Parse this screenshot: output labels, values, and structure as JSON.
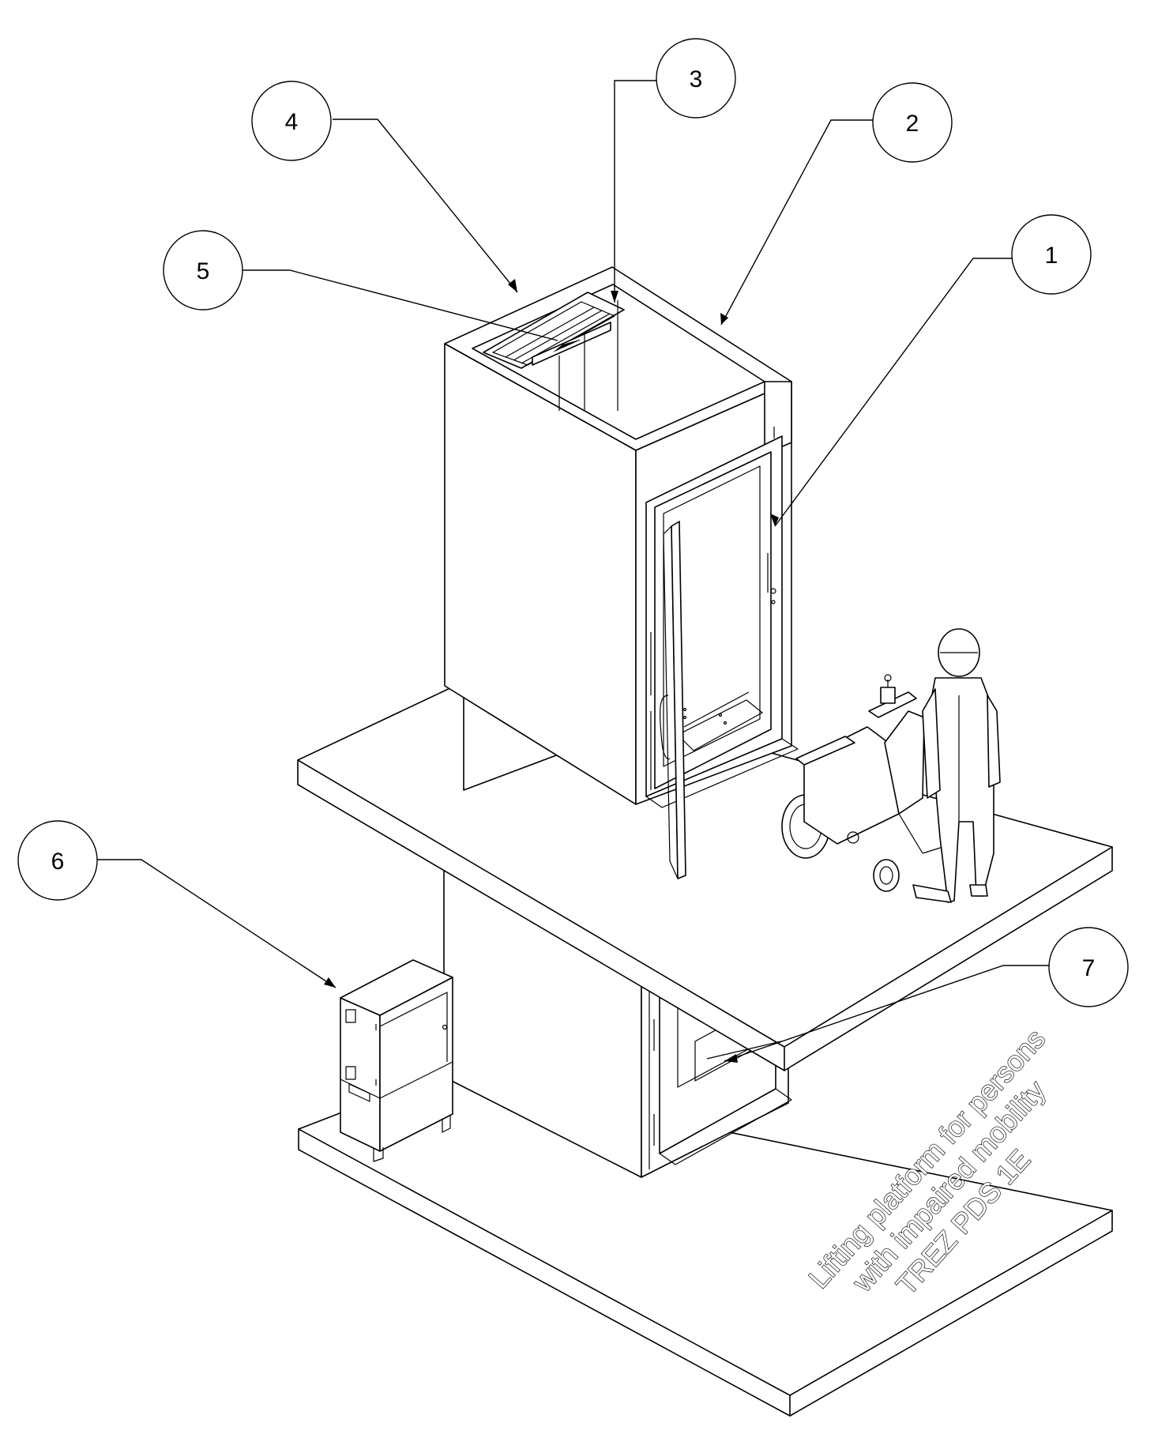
{
  "callouts": [
    {
      "id": "1",
      "label": "1"
    },
    {
      "id": "2",
      "label": "2"
    },
    {
      "id": "3",
      "label": "3"
    },
    {
      "id": "4",
      "label": "4"
    },
    {
      "id": "5",
      "label": "5"
    },
    {
      "id": "6",
      "label": "6"
    },
    {
      "id": "7",
      "label": "7"
    }
  ],
  "caption": {
    "line1": "Lifting platform for persons",
    "line2": "with impaired mobility",
    "line3": "TREZ PDS 1E"
  }
}
